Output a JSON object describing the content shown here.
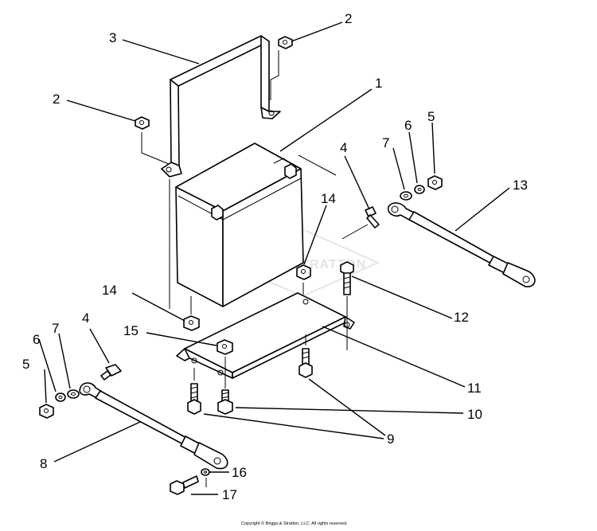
{
  "callouts": [
    {
      "id": "c1",
      "label": "1"
    },
    {
      "id": "c2a",
      "label": "2"
    },
    {
      "id": "c2b",
      "label": "2"
    },
    {
      "id": "c3",
      "label": "3"
    },
    {
      "id": "c4a",
      "label": "4"
    },
    {
      "id": "c4b",
      "label": "4"
    },
    {
      "id": "c5a",
      "label": "5"
    },
    {
      "id": "c5b",
      "label": "5"
    },
    {
      "id": "c6a",
      "label": "6"
    },
    {
      "id": "c6b",
      "label": "6"
    },
    {
      "id": "c7a",
      "label": "7"
    },
    {
      "id": "c7b",
      "label": "7"
    },
    {
      "id": "c8",
      "label": "8"
    },
    {
      "id": "c9",
      "label": "9"
    },
    {
      "id": "c10",
      "label": "10"
    },
    {
      "id": "c11",
      "label": "11"
    },
    {
      "id": "c12",
      "label": "12"
    },
    {
      "id": "c13",
      "label": "13"
    },
    {
      "id": "c14a",
      "label": "14"
    },
    {
      "id": "c14b",
      "label": "14"
    },
    {
      "id": "c15",
      "label": "15"
    },
    {
      "id": "c16",
      "label": "16"
    },
    {
      "id": "c17",
      "label": "17"
    }
  ],
  "watermark": "BRIGGS&STRATTON",
  "copyright": "Copyright © Briggs & Stratton, LLC. All rights reserved."
}
